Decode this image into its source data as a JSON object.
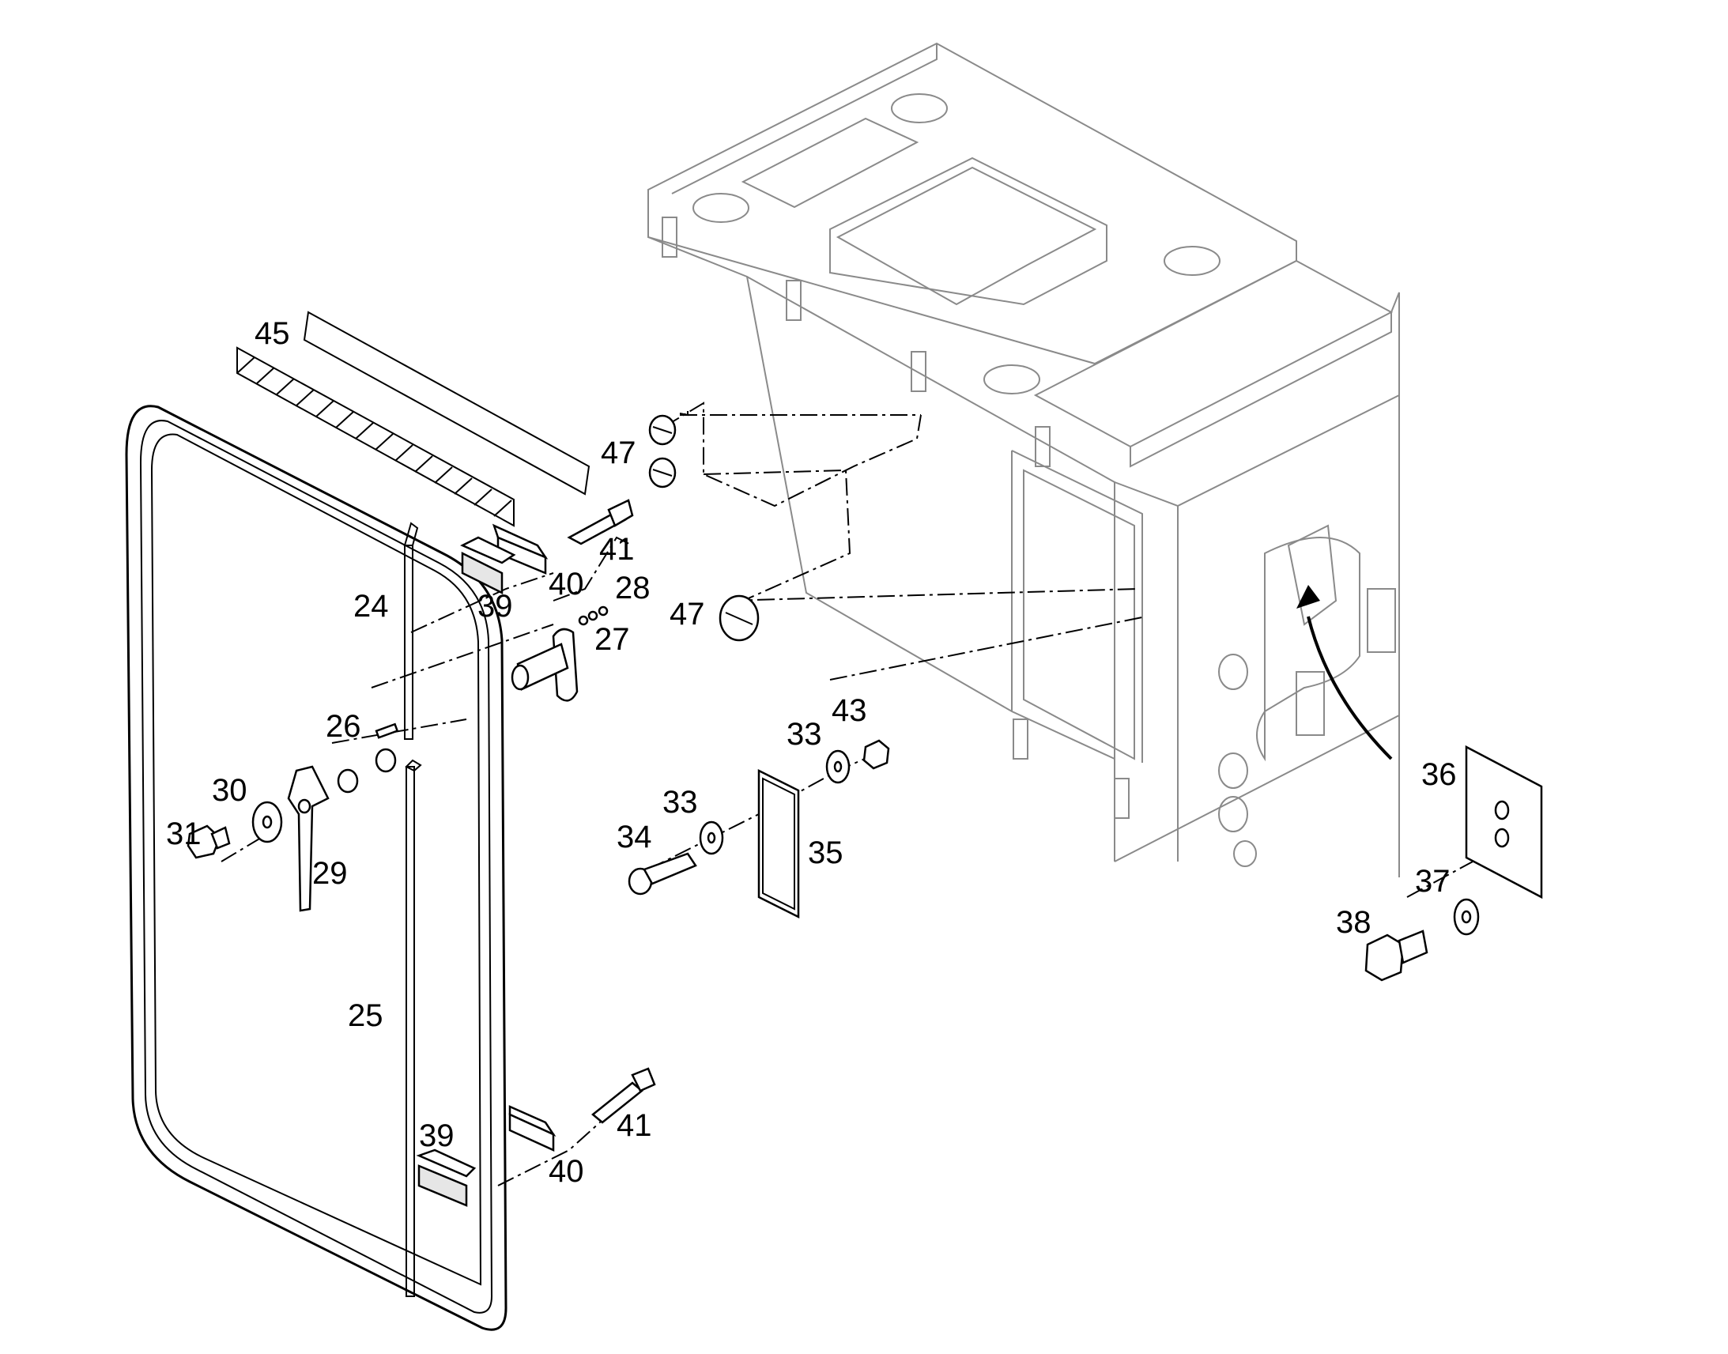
{
  "callouts": {
    "c24": "24",
    "c25": "25",
    "c26": "26",
    "c27": "27",
    "c28": "28",
    "c29": "29",
    "c30": "30",
    "c31": "31",
    "c33a": "33",
    "c33b": "33",
    "c34": "34",
    "c35": "35",
    "c36": "36",
    "c37": "37",
    "c38": "38",
    "c39a": "39",
    "c39b": "39",
    "c40a": "40",
    "c40b": "40",
    "c41a": "41",
    "c41b": "41",
    "c43": "43",
    "c45": "45",
    "c47a": "47",
    "c47b": "47"
  },
  "colors": {
    "line": "#000000",
    "housing": "#8a8a8a",
    "background": "#ffffff"
  }
}
